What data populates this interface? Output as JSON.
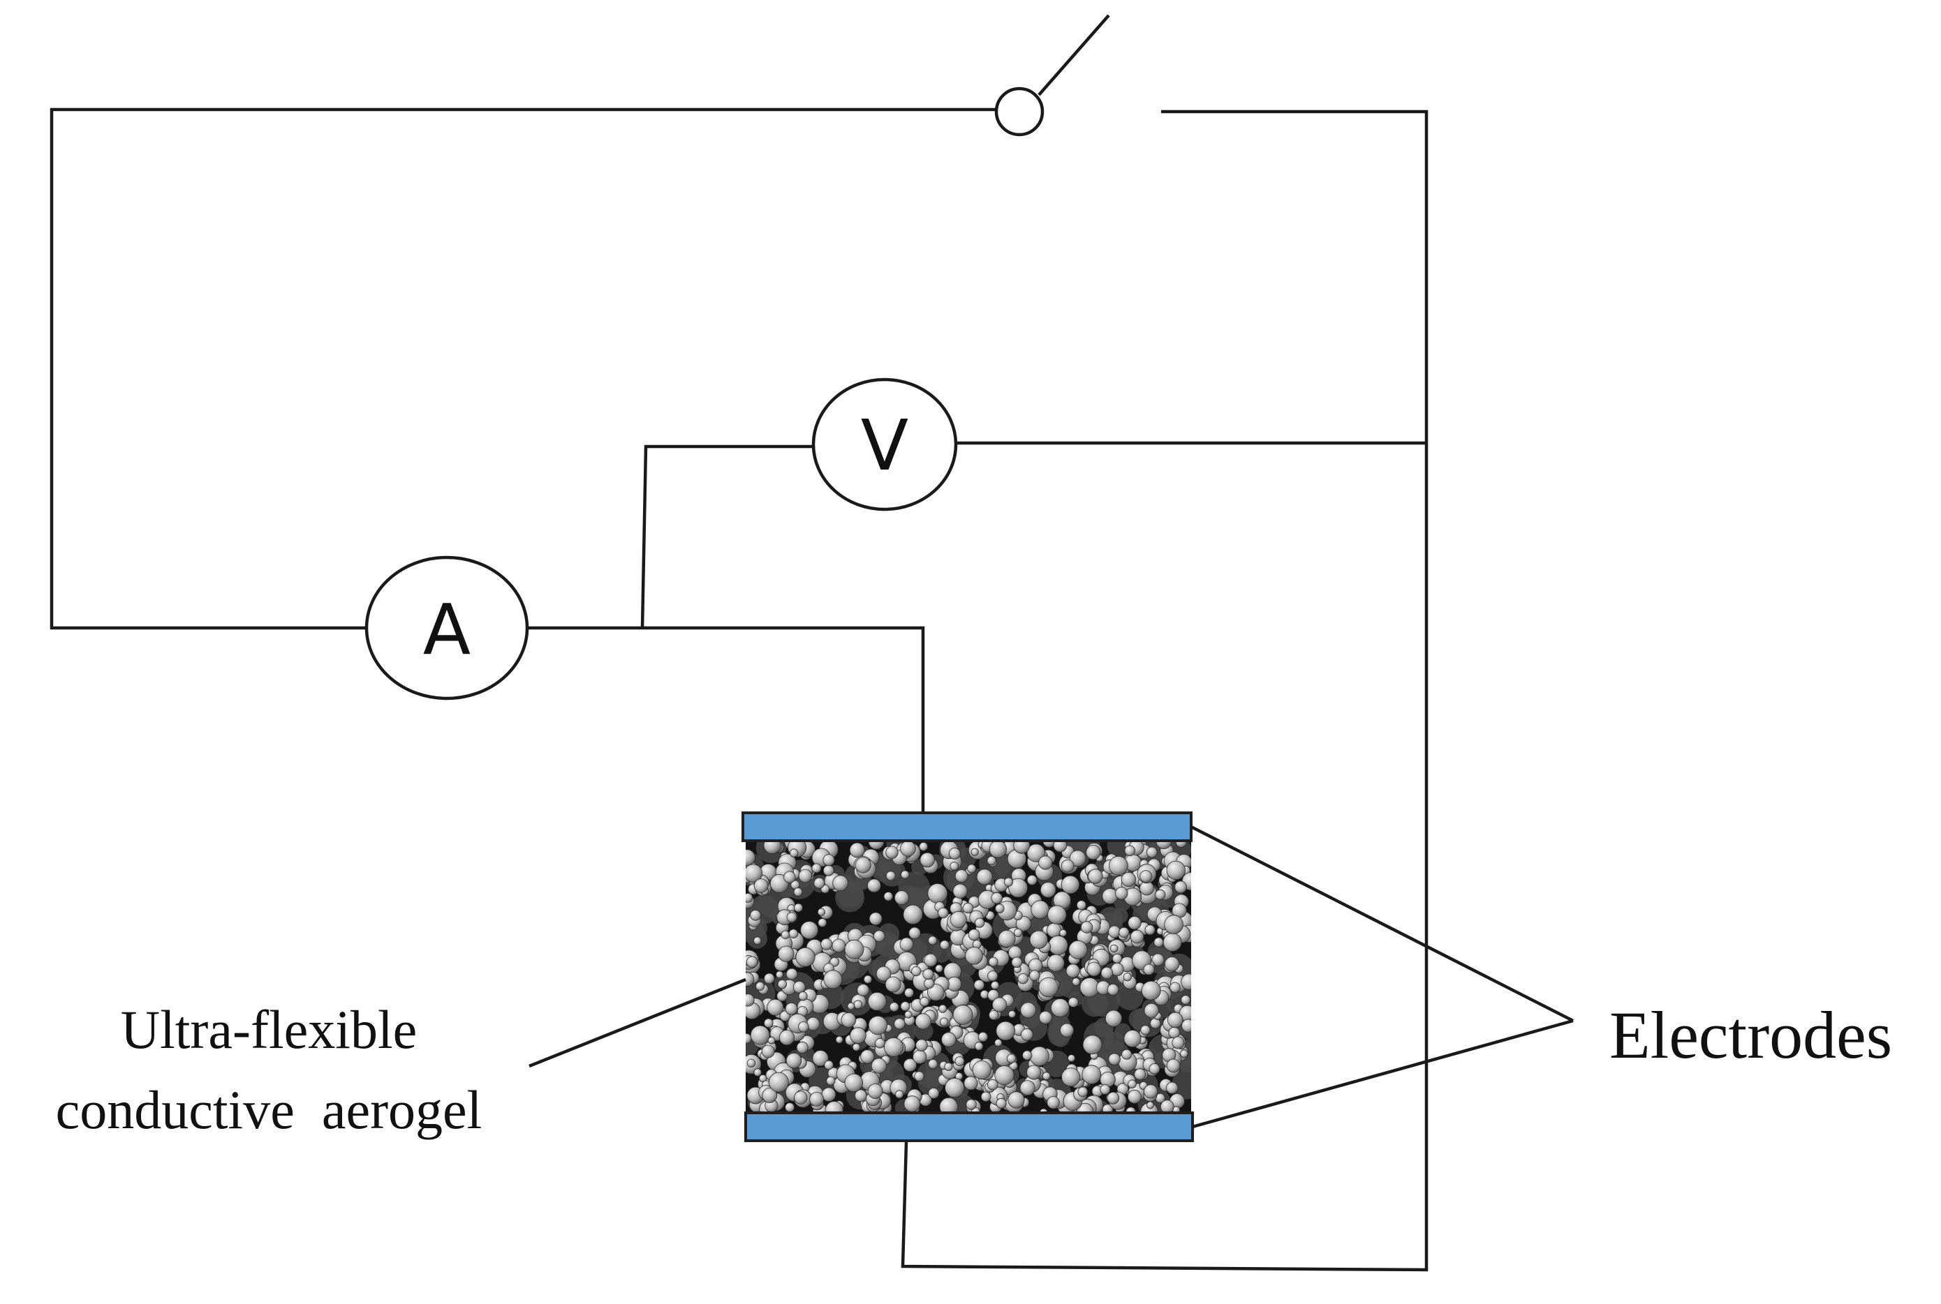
{
  "meters": {
    "ammeter_symbol": "A",
    "voltmeter_symbol": "V"
  },
  "labels": {
    "aerogel_line1": "Ultra-flexible",
    "aerogel_line2": "conductive  aerogel",
    "electrodes": "Electrodes"
  },
  "colors": {
    "electrode_fill": "#5b9bd5",
    "electrode_stroke": "#1f1f1f",
    "wire": "#1a1a1a",
    "aerogel_dark": "#141414",
    "aerogel_light": "#cfcfcf"
  }
}
